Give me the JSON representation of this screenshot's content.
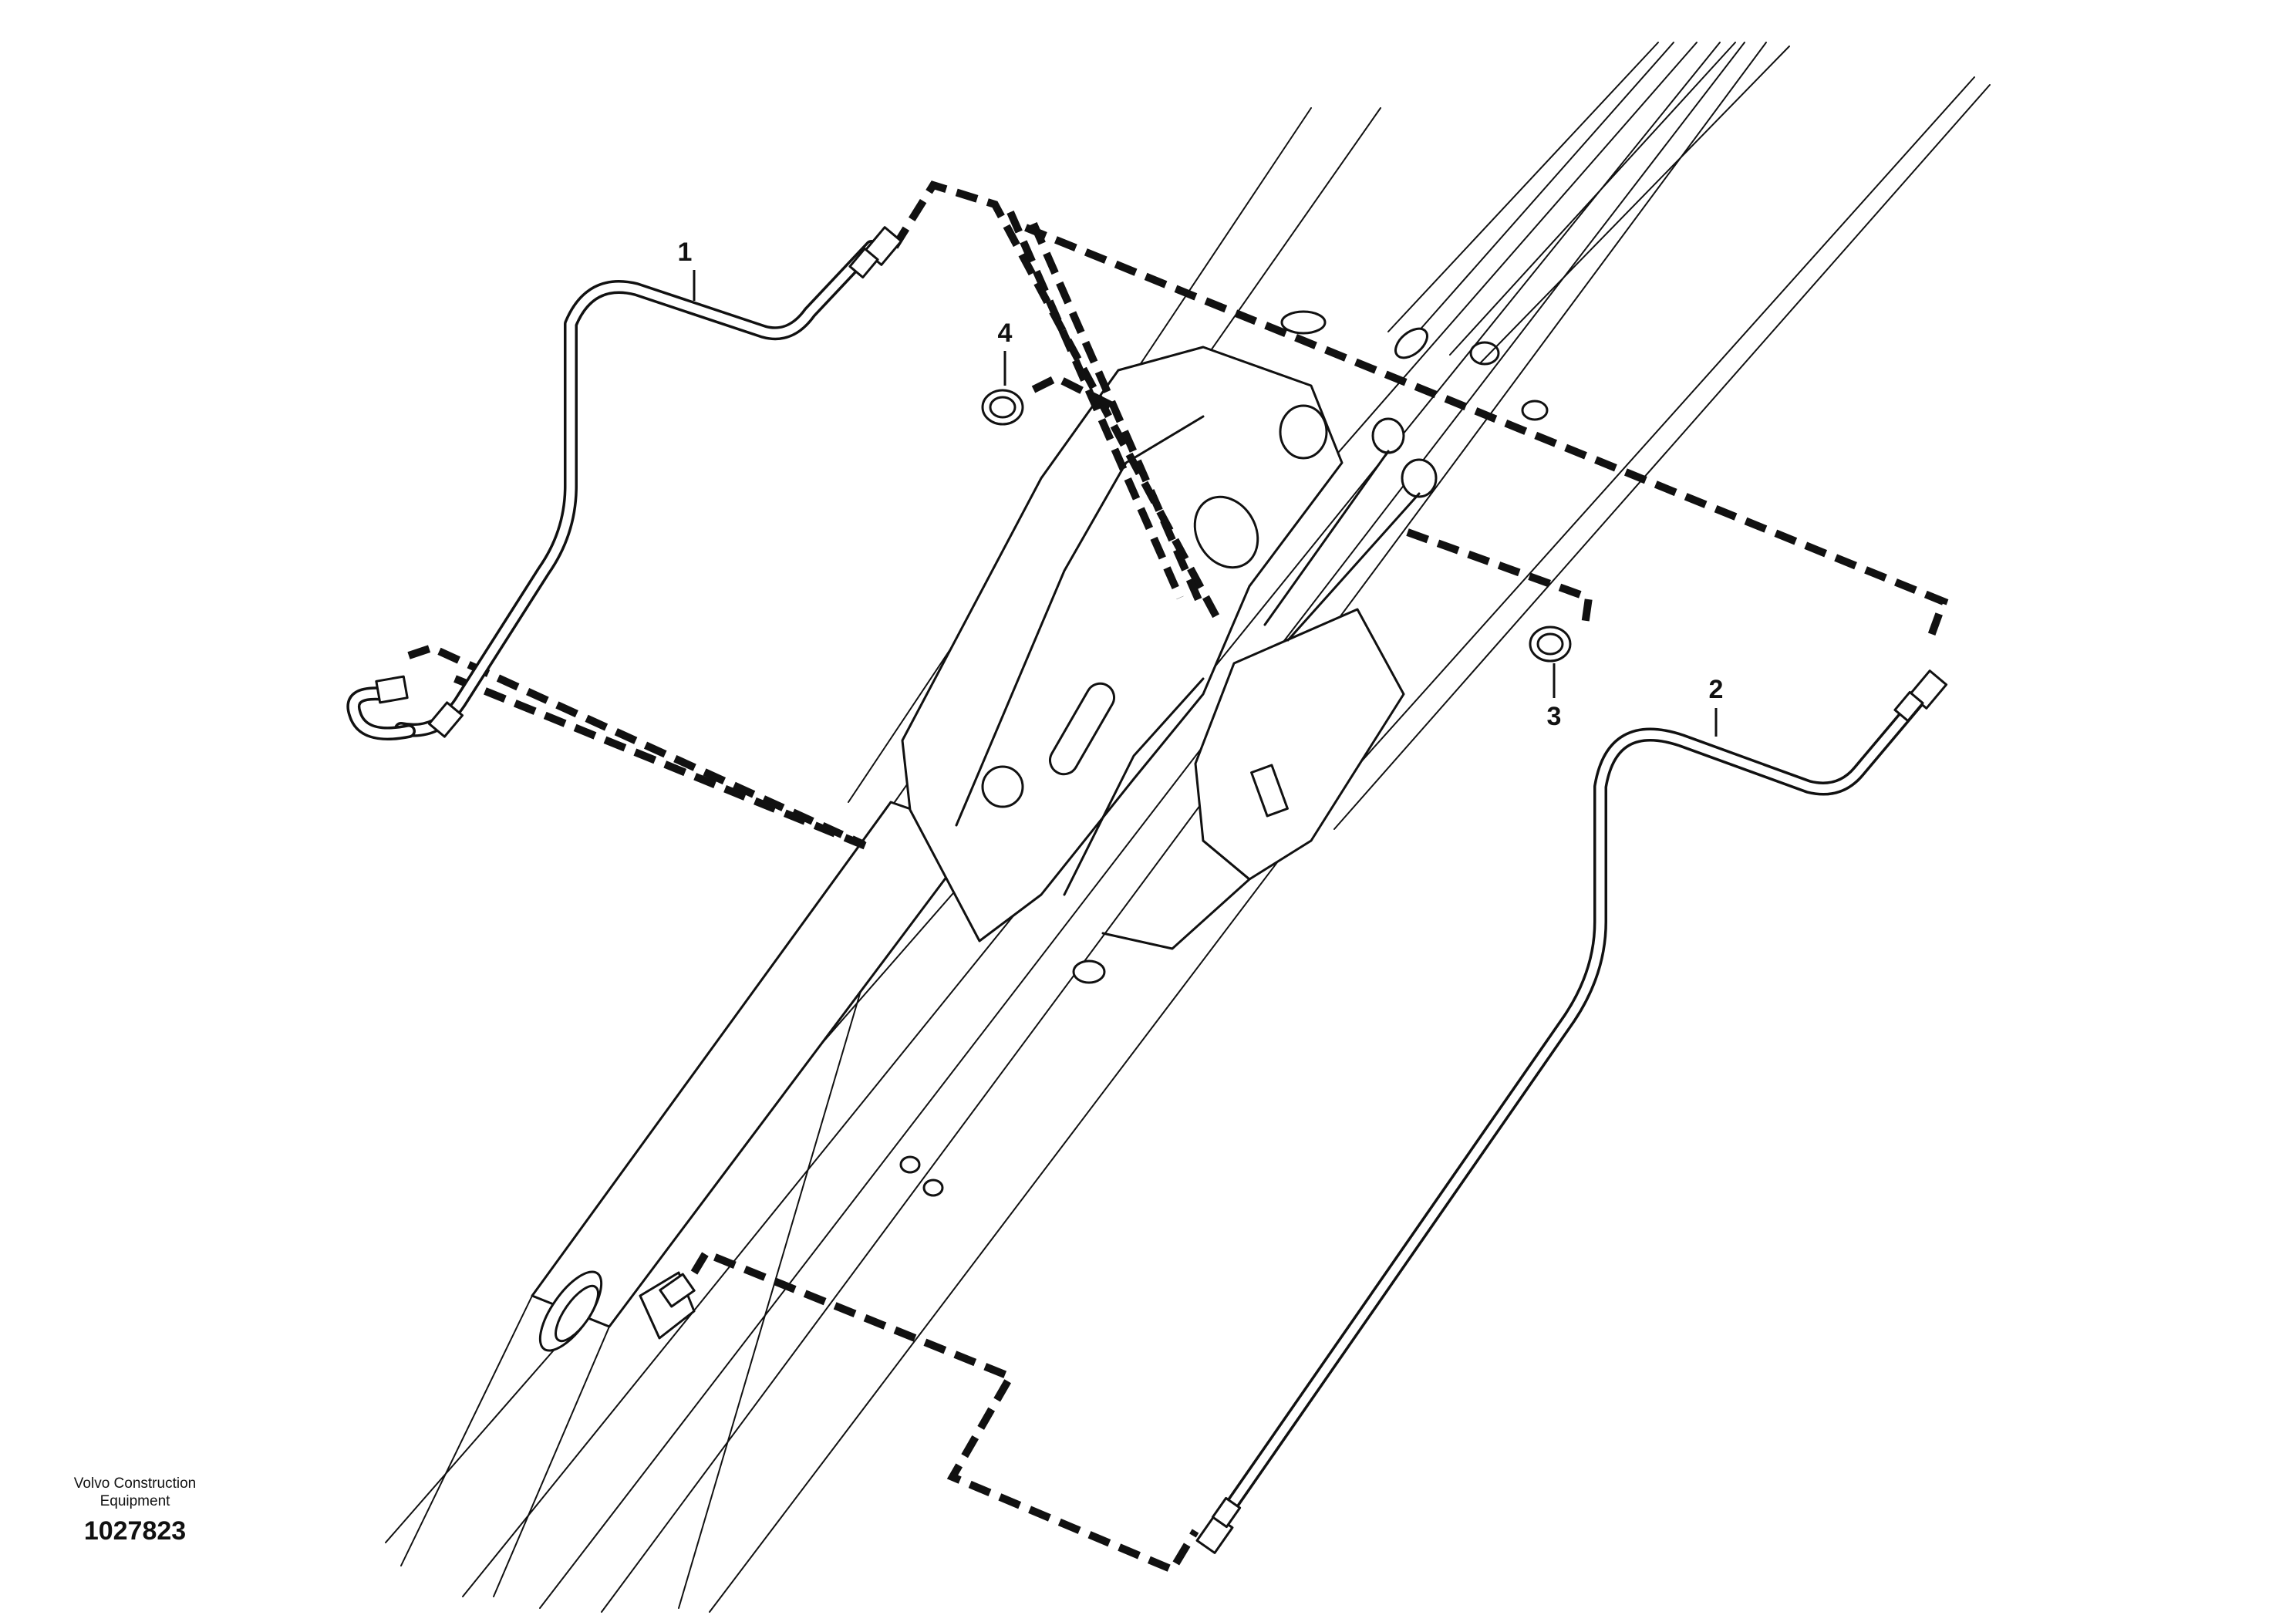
{
  "brand": {
    "line1": "Volvo Construction",
    "line2": "Equipment"
  },
  "drawing_number": "1027823",
  "callouts": [
    {
      "id": "1",
      "label": "1"
    },
    {
      "id": "2",
      "label": "2"
    },
    {
      "id": "3",
      "label": "3"
    },
    {
      "id": "4",
      "label": "4"
    }
  ],
  "colors": {
    "line": "#111111",
    "background": "#ffffff"
  }
}
